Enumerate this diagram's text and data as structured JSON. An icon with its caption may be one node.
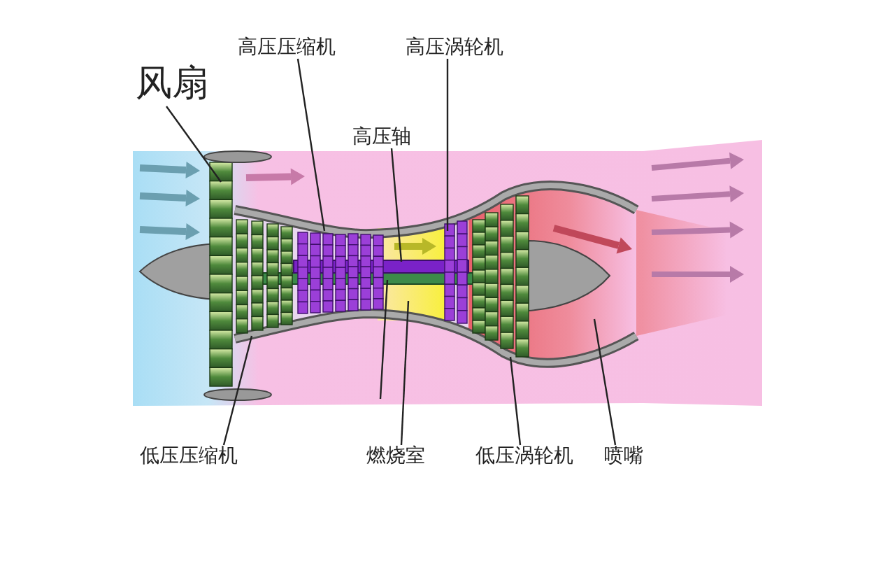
{
  "diagram": {
    "nodes": [
      {
        "text": [
          "风扇"
        ]
      },
      {
        "text": [
          "高压压缩机"
        ]
      },
      {
        "text": [
          "高压涡轮机"
        ]
      },
      {
        "text": [
          "高压轴"
        ]
      },
      {
        "text": [
          "低压压缩机"
        ]
      },
      {
        "text": [
          "燃烧室"
        ]
      },
      {
        "text": [
          "低压涡轮机"
        ]
      },
      {
        "text": [
          "喷嘴"
        ]
      }
    ],
    "edges": [
      {
        "from": 0,
        "to": null,
        "arrow": "none"
      },
      {
        "from": 1,
        "to": null,
        "arrow": "none"
      },
      {
        "from": 2,
        "to": null,
        "arrow": "none"
      },
      {
        "from": 3,
        "to": null,
        "arrow": "none"
      },
      {
        "from": 4,
        "to": null,
        "arrow": "none"
      },
      {
        "from": 5,
        "to": null,
        "arrow": "none"
      },
      {
        "from": 6,
        "to": null,
        "arrow": "none"
      },
      {
        "from": 7,
        "to": null,
        "arrow": "none"
      }
    ]
  }
}
